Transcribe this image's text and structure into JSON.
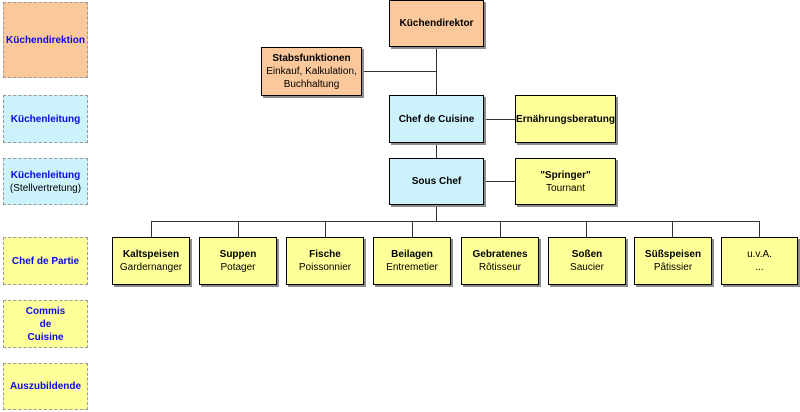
{
  "legend": [
    {
      "title": "Küchendirektion",
      "sub": ""
    },
    {
      "title": "Küchenleitung",
      "sub": ""
    },
    {
      "title": "Küchenleitung",
      "sub": "(Stellvertretung)"
    },
    {
      "title": "Chef de Partie",
      "sub": ""
    },
    {
      "title": "Commis de Cuisine",
      "sub": ""
    },
    {
      "title": "Auszubildende",
      "sub": ""
    }
  ],
  "org": {
    "director": {
      "title": "Küchendirektor"
    },
    "staff": {
      "title": "Stabsfunktionen",
      "sub": "Einkauf, Kalkulation, Buchhaltung"
    },
    "chef": {
      "title": "Chef de Cuisine"
    },
    "nutrition": {
      "title": "Ernährungsberatung"
    },
    "sous": {
      "title": "Sous Chef"
    },
    "springer": {
      "title": "\"Springer\"",
      "sub": "Tournant"
    },
    "parties": [
      {
        "title": "Kaltspeisen",
        "sub": "Gardernanger"
      },
      {
        "title": "Suppen",
        "sub": "Potager"
      },
      {
        "title": "Fische",
        "sub": "Poissonnier"
      },
      {
        "title": "Beilagen",
        "sub": "Entremetier"
      },
      {
        "title": "Gebratenes",
        "sub": "Rôtisseur"
      },
      {
        "title": "Soßen",
        "sub": "Saucier"
      },
      {
        "title": "Süßspeisen",
        "sub": "Pâtissier"
      },
      {
        "title": "",
        "sub": "u.v.A.\n..."
      }
    ]
  },
  "colors": {
    "director": "#fac89a",
    "leadership": "#ccf2fb",
    "staff": "#ffff99"
  }
}
